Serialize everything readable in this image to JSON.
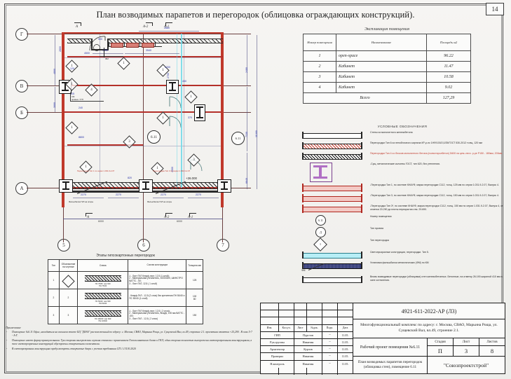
{
  "page": {
    "number": "14",
    "title": "План возводимых парапетов и перегородок (облицовка ограждающих конструкций)."
  },
  "explication": {
    "caption": "Экспликация помещения",
    "headers": [
      "Номер помещения",
      "Наименование",
      "Площадь м2"
    ],
    "rows": [
      {
        "num": "1",
        "name": "open-space",
        "area": "96.22"
      },
      {
        "num": "2",
        "name": "Кабинет",
        "area": "11.47"
      },
      {
        "num": "3",
        "name": "Кабинет",
        "area": "10.58"
      },
      {
        "num": "4",
        "name": "Кабинет",
        "area": "9.02"
      }
    ],
    "total_label": "Всего",
    "total_value": "127,29"
  },
  "legend": {
    "caption": "УСЛОВНЫЕ ОБОЗНАЧЕНИЯ",
    "items": [
      {
        "sym": "wall-white",
        "text": "Стены из монолитного железобетона"
      },
      {
        "sym": "wall-redhatch",
        "text": "Перегородки Тип 6 из пеноблочного кирпича КР-р-пс 1НФ/100/2,0/25/ГОСТ 530-2012 толщ. 120 мм"
      },
      {
        "sym": "wall-blkhatch",
        "text": "Перегородки Тип 4 со блоков монолитного бетона (полистиролбетон) D600 на цем.-песч. р-ре Р150 - 180мм, 200мм",
        "red": true
      },
      {
        "sym": "column",
        "text": "-Сущ. металлические колонны ГОСТ, тип 620, без утепления."
      },
      {
        "sym": "wall-red",
        "text": "-Перегородка Тип 1, по системе КНАУФ, марка перегородки С112, толщ. 125 мм по серии 1.031.9-2.07, Выпуск 4."
      },
      {
        "sym": "wall-red",
        "text": "-Перегородка Тип 3, по системе КНАУФ, марка перегородки С112, толщ. 150 мм по серии 1.031.9-2.07, Выпуск 4."
      },
      {
        "sym": "wall-red",
        "text": "-Перегородка Тип 3*, по системе КНАУФ, марка перегородки С112, толщ. 150 мм по серии 1.031.9-2.07, Выпуск 4, от отметки 20.290 до плиты перекрытия отм. 29.690."
      },
      {
        "sym": "bubble",
        "symtext": "6.11",
        "text": "Номер помещения"
      },
      {
        "sym": "bubble",
        "symtext": "Д",
        "text": "Тип проема"
      },
      {
        "sym": "diamond",
        "symtext": "1",
        "text": "Тип перегородок"
      },
      {
        "sym": "wall-cyan",
        "text": "Светопрозрачные конструкции, перегородки. Тип 5."
      },
      {
        "sym": "wall-dark",
        "text": "Установка фальшбалок металлических (ФМ) по КМ"
      },
      {
        "sym": "wall-white2",
        "text": "Вновь возводимые перегородки (облицовка) стен железобетонных. Бетонные, на отметку 26.190 шириной 410 мм в зоне остекления."
      }
    ],
    "fm_label": "ФМ"
  },
  "stages": {
    "caption": "Этапы гипсокартонных перегородок",
    "headers": [
      "Тип",
      "Обозначение на чертеже",
      "Схема",
      "Состав конструкции",
      "Толщина мм"
    ],
    "rows": [
      {
        "type": "1",
        "mark": "1",
        "scheme_note1": "ПС 75/50",
        "scheme_note2": "шаг 600",
        "scheme_note3": "ПН 75/40",
        "composition": "1 - Лист ГКЛ Кнауф-лист, 12,5 (1 слой);\n2 - Минеральная  утеплитель, 1000×600, ШИНСТРО ВАТТС - 50;\n3 - Лист ГКЛ, 12,5 ( 1 слой)",
        "thickness": "125"
      },
      {
        "type": "2",
        "mark": "2",
        "scheme_note1": "ПС 50/40",
        "scheme_note2": "шаг 600",
        "scheme_note3": "ПН 50/40",
        "composition": "- Кнауф-ГКЛ - 12,5 (2 слоя) без крепления ПН 50/40 и ПС 50/40 (1 слой)",
        "thickness": "100 / 80"
      },
      {
        "type": "3",
        "mark": "3",
        "scheme_note1": "ПС 100/40",
        "scheme_note2": "шаг 600",
        "scheme_note3": "ПН 100/40",
        "composition": "1 - Лист ГКЛ Кнауф-лист,  12,5 ( 2 слоя);\n2 - Минеральная  утеплитель, Кнауф, 100 мм ВАТТС - 100;\n3 - Лист ГКЛ  - 12,5 ( 2 слоя)",
        "thickness": "150"
      }
    ]
  },
  "notes": {
    "heading": "Примечание",
    "items": [
      "Помещение №6.11 Офис, находиться на восьмом этаже БЦ \"ДИАЗ\" расположенный  по адресу:  г. Москва, СВАО, Марьина Роща, ул. Сущевский Вал, вл.49, строение 2.1. проектная отметка +25,290 . В осях 5-7 - А-Г.",
      "Помещение имеет форму прямоугольника. Три стороны выгорожены глухими стенами с применением Газосиликатного блока и ГКЛ, одна сторона полностью выгорожена светопрозрачными конструкциями, в теле светопрозрачных конструкций обустроены створчатыми элементами.",
      "В светопрозрачных конструкциях предусмотреть  створчатые двери с учетом требования СП 1.13130.2020"
    ]
  },
  "plan": {
    "axes_left": [
      "Г",
      "В",
      "Б",
      "А"
    ],
    "axes_bottom": [
      "5",
      "6",
      "7"
    ],
    "section_marks": [
      "А",
      "А-2",
      "А-1"
    ],
    "room_bubble": "6.11",
    "elev_mark": "+26.000",
    "door_mark": "ФМ",
    "partition_labels": [
      "Перегородка Тип 1 по серии 1.031.9-2.07",
      "Перегородка Тип 3 по серии 1.031.9-2.07"
    ],
    "beam_note": "Фальшбалка ГКЛ на опоры",
    "wall_note": "СМ\nпримык. УТП",
    "dims": {
      "top_row": [
        "1450",
        "3540",
        "2880",
        "2880"
      ],
      "bottom_row": [
        "2270",
        "2270",
        "2270",
        "2270"
      ],
      "left_col": [
        "4800",
        "3000",
        "8800"
      ],
      "right_col": [
        "2480",
        "7130",
        "6640",
        "11300"
      ],
      "inner": [
        "120",
        "125",
        "240",
        "370",
        "450",
        "2800",
        "2700",
        "1200",
        "4000",
        "4500",
        "8800",
        "5300",
        "6000",
        "820",
        "900"
      ]
    }
  },
  "stamp": {
    "code": "4921-611-2022-АР (Л3)",
    "object": "Многофункциональный комплекс по адресу: г. Москва, СВАО, Марьина Роща, ул. Сущевский Вал, вл.49, строение 2.1.",
    "project_title": "Рабочий проект\nпомещения №6.11",
    "sheet_title": "План возводимых парапетов\nперегородок (облицовка стен),\nпомещение 6.11",
    "company": "\"Союзпроектстрой\"",
    "col_headers": [
      "Изм.",
      "Кол.уч.",
      "Лист",
      "№док.",
      "Подп.",
      "Дата"
    ],
    "stage_headers": [
      "Стадия",
      "Лист",
      "Листов"
    ],
    "stage_values": [
      "П",
      "3",
      "8"
    ],
    "roles": [
      {
        "role": "ГИП",
        "name": "Пурстов",
        "date": "11.05."
      },
      {
        "role": "Рук.группы",
        "name": "Никитин",
        "date": "11.05."
      },
      {
        "role": "Архитектор",
        "name": "Курзов",
        "date": "11.05."
      },
      {
        "role": "Проверил",
        "name": "Никитин",
        "date": "11.05."
      },
      {
        "role": "Н.контроль",
        "name": "Никитин",
        "date": "11.05."
      }
    ]
  }
}
